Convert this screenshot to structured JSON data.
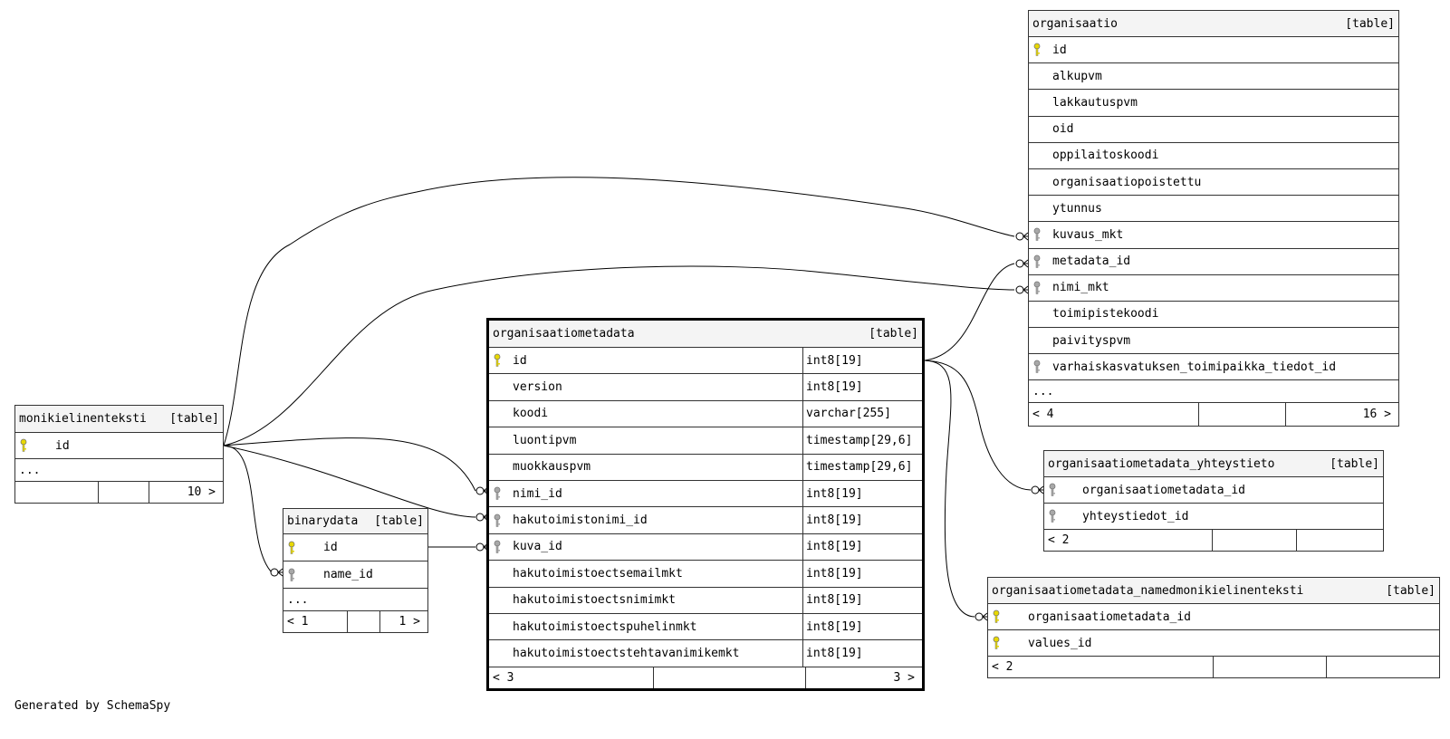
{
  "tables": {
    "organisaatio": {
      "name": "organisaatio",
      "kind": "[table]",
      "columns": [
        {
          "name": "id",
          "key": "primary"
        },
        {
          "name": "alkupvm",
          "key": "none"
        },
        {
          "name": "lakkautuspvm",
          "key": "none"
        },
        {
          "name": "oid",
          "key": "none"
        },
        {
          "name": "oppilaitoskoodi",
          "key": "none"
        },
        {
          "name": "organisaatiopoistettu",
          "key": "none"
        },
        {
          "name": "ytunnus",
          "key": "none"
        },
        {
          "name": "kuvaus_mkt",
          "key": "foreign"
        },
        {
          "name": "metadata_id",
          "key": "foreign"
        },
        {
          "name": "nimi_mkt",
          "key": "foreign"
        },
        {
          "name": "toimipistekoodi",
          "key": "none"
        },
        {
          "name": "paivityspvm",
          "key": "none"
        },
        {
          "name": "varhaiskasvatuksen_toimipaikka_tiedot_id",
          "key": "foreign"
        }
      ],
      "more": "...",
      "footer": {
        "left": "< 4",
        "right": "16 >"
      }
    },
    "organisaatiometadata": {
      "name": "organisaatiometadata",
      "kind": "[table]",
      "columns": [
        {
          "name": "id",
          "type": "int8[19]",
          "key": "primary"
        },
        {
          "name": "version",
          "type": "int8[19]",
          "key": "none"
        },
        {
          "name": "koodi",
          "type": "varchar[255]",
          "key": "none"
        },
        {
          "name": "luontipvm",
          "type": "timestamp[29,6]",
          "key": "none"
        },
        {
          "name": "muokkauspvm",
          "type": "timestamp[29,6]",
          "key": "none"
        },
        {
          "name": "nimi_id",
          "type": "int8[19]",
          "key": "foreign"
        },
        {
          "name": "hakutoimistonimi_id",
          "type": "int8[19]",
          "key": "foreign"
        },
        {
          "name": "kuva_id",
          "type": "int8[19]",
          "key": "foreign"
        },
        {
          "name": "hakutoimistoectsemailmkt",
          "type": "int8[19]",
          "key": "none"
        },
        {
          "name": "hakutoimistoectsnimimkt",
          "type": "int8[19]",
          "key": "none"
        },
        {
          "name": "hakutoimistoectspuhelinmkt",
          "type": "int8[19]",
          "key": "none"
        },
        {
          "name": "hakutoimistoectstehtavanimikemkt",
          "type": "int8[19]",
          "key": "none"
        }
      ],
      "footer": {
        "left": "< 3",
        "right": "3 >"
      }
    },
    "monikielinenteksti": {
      "name": "monikielinenteksti",
      "kind": "[table]",
      "columns": [
        {
          "name": "id",
          "key": "primary"
        }
      ],
      "more": "...",
      "footer": {
        "left": "",
        "right": "10 >"
      }
    },
    "binarydata": {
      "name": "binarydata",
      "kind": "[table]",
      "columns": [
        {
          "name": "id",
          "key": "primary"
        },
        {
          "name": "name_id",
          "key": "foreign"
        }
      ],
      "more": "...",
      "footer": {
        "left": "< 1",
        "right": "1 >"
      }
    },
    "organisaatiometadata_yhteystieto": {
      "name": "organisaatiometadata_yhteystieto",
      "kind": "[table]",
      "columns": [
        {
          "name": "organisaatiometadata_id",
          "key": "foreign"
        },
        {
          "name": "yhteystiedot_id",
          "key": "foreign"
        }
      ],
      "footer": {
        "left": "< 2",
        "right": ""
      }
    },
    "organisaatiometadata_namedmonikielinenteksti": {
      "name": "organisaatiometadata_namedmonikielinenteksti",
      "kind": "[table]",
      "columns": [
        {
          "name": "organisaatiometadata_id",
          "key": "primary"
        },
        {
          "name": "values_id",
          "key": "primary"
        }
      ],
      "footer": {
        "left": "< 2",
        "right": ""
      }
    }
  },
  "colors": {
    "primary_key": "#e8d800",
    "foreign_key": "#a8a8a8",
    "header_bg": "#f4f4f4"
  },
  "footer_text": "Generated by SchemaSpy"
}
